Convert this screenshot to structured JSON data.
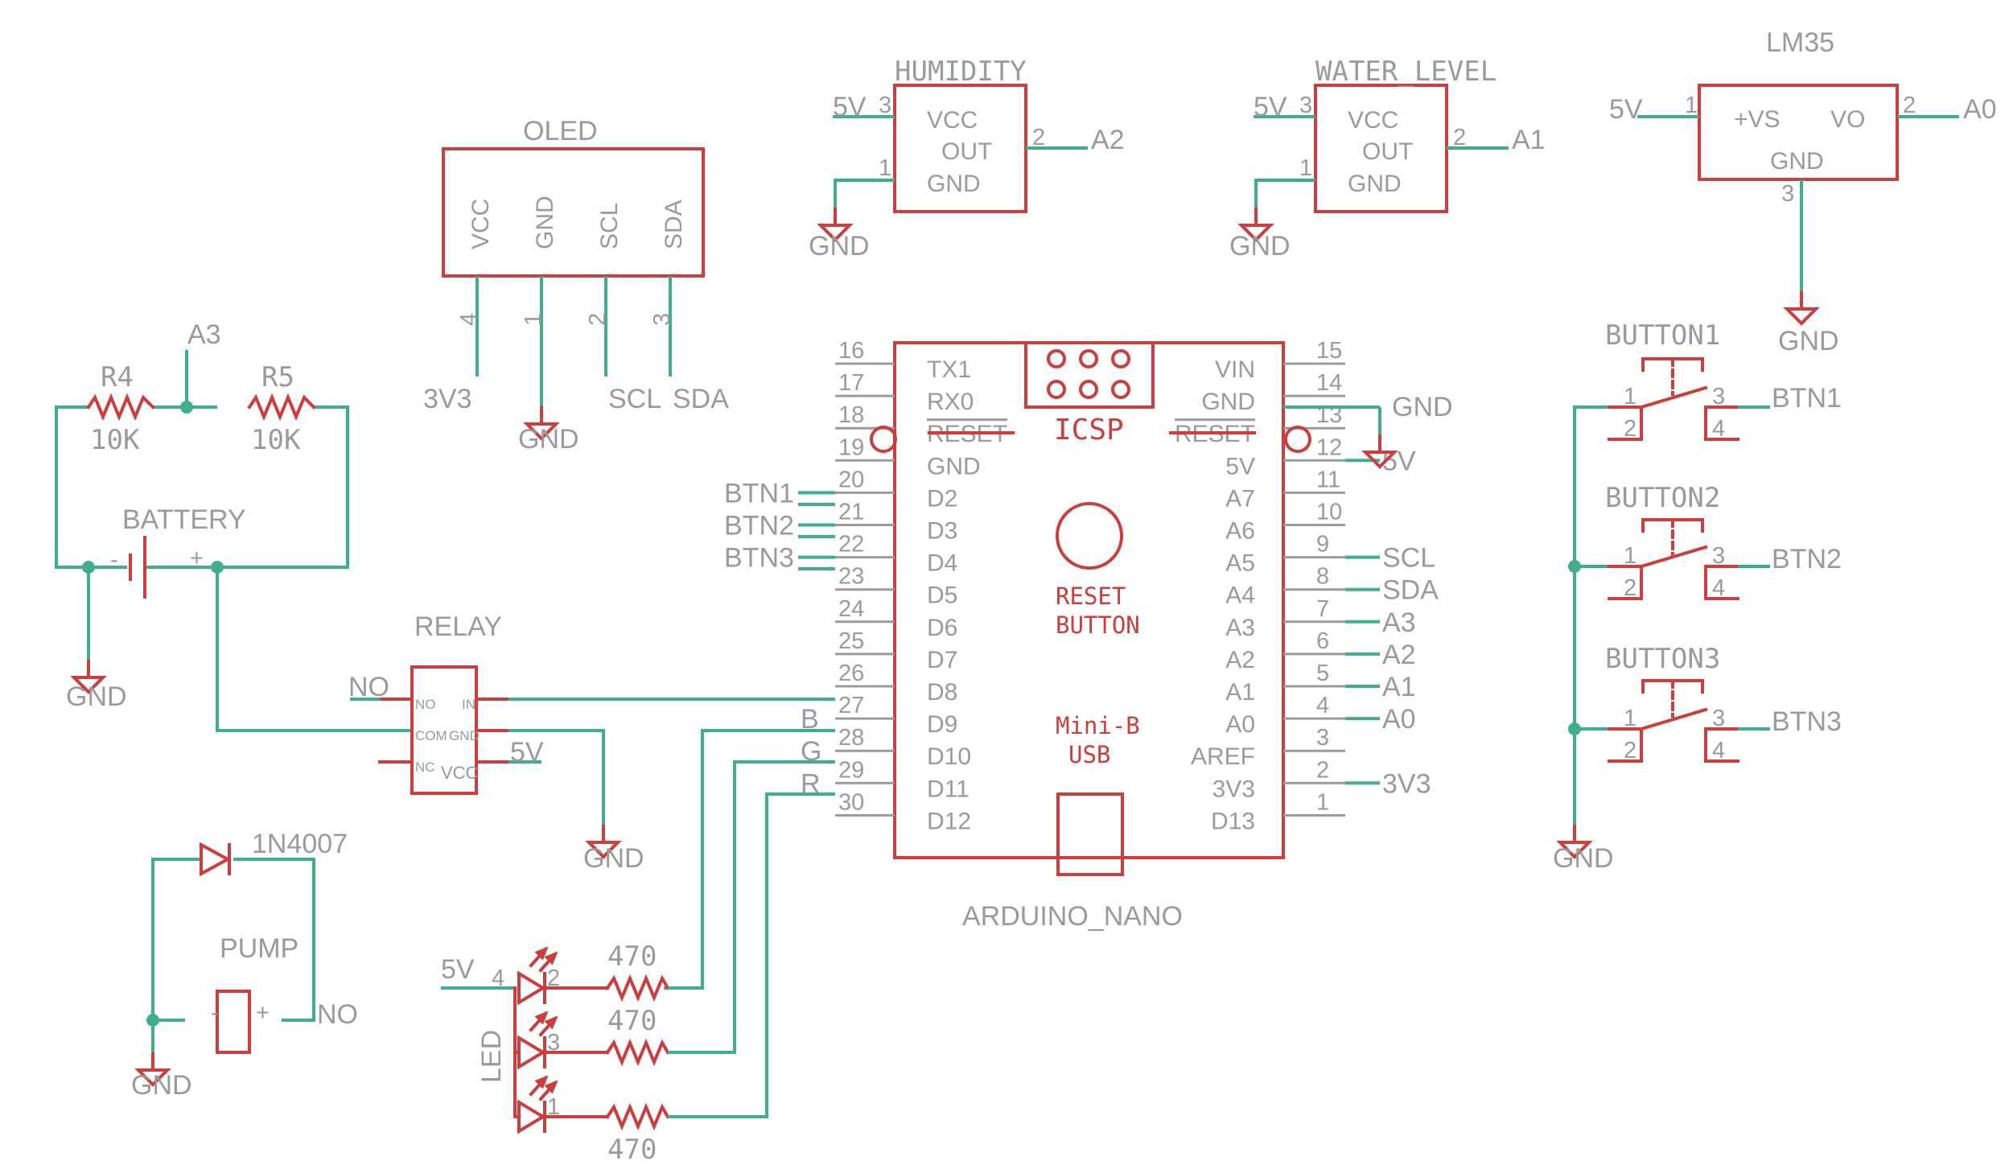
{
  "colors": {
    "wire": "#3fae8a",
    "part": "#cc3d3d",
    "label": "#9a9a9a",
    "background": "#ffffff"
  },
  "humidity": {
    "name": "HUMIDITY",
    "vcc": "VCC",
    "out": "OUT",
    "gnd": "GND",
    "net_vcc": "5V",
    "net_out": "A2",
    "net_gnd": "GND",
    "pin_vcc": "3",
    "pin_out": "2",
    "pin_gnd": "1"
  },
  "water": {
    "name": "WATER_LEVEL",
    "vcc": "VCC",
    "out": "OUT",
    "gnd": "GND",
    "net_vcc": "5V",
    "net_out": "A1",
    "net_gnd": "GND",
    "pin_vcc": "3",
    "pin_out": "2",
    "pin_gnd": "1"
  },
  "lm35": {
    "name": "LM35",
    "vs": "+VS",
    "vo": "VO",
    "gnd": "GND",
    "net_vs": "5V",
    "net_vo": "A0",
    "net_gnd": "GND",
    "pin_vs": "1",
    "pin_vo": "2",
    "pin_gnd": "3"
  },
  "oled": {
    "name": "OLED",
    "pins": [
      "VCC",
      "GND",
      "SCL",
      "SDA"
    ],
    "nums": [
      "4",
      "1",
      "2",
      "3"
    ],
    "nets": [
      "3V3",
      "GND",
      "SCL",
      "SDA"
    ]
  },
  "divider": {
    "tap": "A3",
    "r4": "R4",
    "r4v": "10K",
    "r5": "R5",
    "r5v": "10K",
    "battery": "BATTERY",
    "minus": "-",
    "plus": "+",
    "gnd": "GND"
  },
  "relay": {
    "name": "RELAY",
    "no": "NO",
    "com": "COM",
    "nc": "NC",
    "in": "IN",
    "gnd": "GND",
    "vcc": "VCC",
    "net_no": "NO",
    "net_vcc": "5V",
    "net_gnd": "GND"
  },
  "nano": {
    "name": "ARDUINO_NANO",
    "icsp": "ICSP",
    "reset1": "RESET",
    "reset2": "BUTTON",
    "usb1": "Mini-B",
    "usb2": "USB",
    "left_pins": [
      {
        "num": "16",
        "label": "TX1",
        "net": ""
      },
      {
        "num": "17",
        "label": "RX0",
        "net": ""
      },
      {
        "num": "18",
        "label": "RESET",
        "net": ""
      },
      {
        "num": "19",
        "label": "GND",
        "net": ""
      },
      {
        "num": "20",
        "label": "D2",
        "net": "BTN1"
      },
      {
        "num": "21",
        "label": "D3",
        "net": "BTN2"
      },
      {
        "num": "22",
        "label": "D4",
        "net": "BTN3"
      },
      {
        "num": "23",
        "label": "D5",
        "net": ""
      },
      {
        "num": "24",
        "label": "D6",
        "net": ""
      },
      {
        "num": "25",
        "label": "D7",
        "net": ""
      },
      {
        "num": "26",
        "label": "D8",
        "net": ""
      },
      {
        "num": "27",
        "label": "D9",
        "net": "B"
      },
      {
        "num": "28",
        "label": "D10",
        "net": "G"
      },
      {
        "num": "29",
        "label": "D11",
        "net": "R"
      },
      {
        "num": "30",
        "label": "D12",
        "net": ""
      }
    ],
    "right_pins": [
      {
        "num": "15",
        "label": "VIN",
        "net": ""
      },
      {
        "num": "14",
        "label": "GND",
        "net": "GND"
      },
      {
        "num": "13",
        "label": "RESET",
        "net": ""
      },
      {
        "num": "12",
        "label": "5V",
        "net": "5V"
      },
      {
        "num": "11",
        "label": "A7",
        "net": ""
      },
      {
        "num": "10",
        "label": "A6",
        "net": ""
      },
      {
        "num": "9",
        "label": "A5",
        "net": "SCL"
      },
      {
        "num": "8",
        "label": "A4",
        "net": "SDA"
      },
      {
        "num": "7",
        "label": "A3",
        "net": "A3"
      },
      {
        "num": "6",
        "label": "A2",
        "net": "A2"
      },
      {
        "num": "5",
        "label": "A1",
        "net": "A1"
      },
      {
        "num": "4",
        "label": "A0",
        "net": "A0"
      },
      {
        "num": "3",
        "label": "AREF",
        "net": ""
      },
      {
        "num": "2",
        "label": "3V3",
        "net": "3V3"
      },
      {
        "num": "1",
        "label": "D13",
        "net": ""
      }
    ]
  },
  "buttons": [
    {
      "name": "BUTTON1",
      "net": "BTN1",
      "p1": "1",
      "p2": "2",
      "p3": "3",
      "p4": "4"
    },
    {
      "name": "BUTTON2",
      "net": "BTN2",
      "p1": "1",
      "p2": "2",
      "p3": "3",
      "p4": "4"
    },
    {
      "name": "BUTTON3",
      "net": "BTN3",
      "p1": "1",
      "p2": "2",
      "p3": "3",
      "p4": "4"
    }
  ],
  "buttons_gnd": "GND",
  "pump": {
    "name": "PUMP",
    "diode": "1N4007",
    "minus": "-",
    "plus": "+",
    "net_no": "NO",
    "gnd": "GND"
  },
  "led": {
    "name": "LED",
    "net_common": "5V",
    "pin_common": "4",
    "pins": [
      "2",
      "3",
      "1"
    ],
    "resistors": [
      "470",
      "470",
      "470"
    ]
  }
}
